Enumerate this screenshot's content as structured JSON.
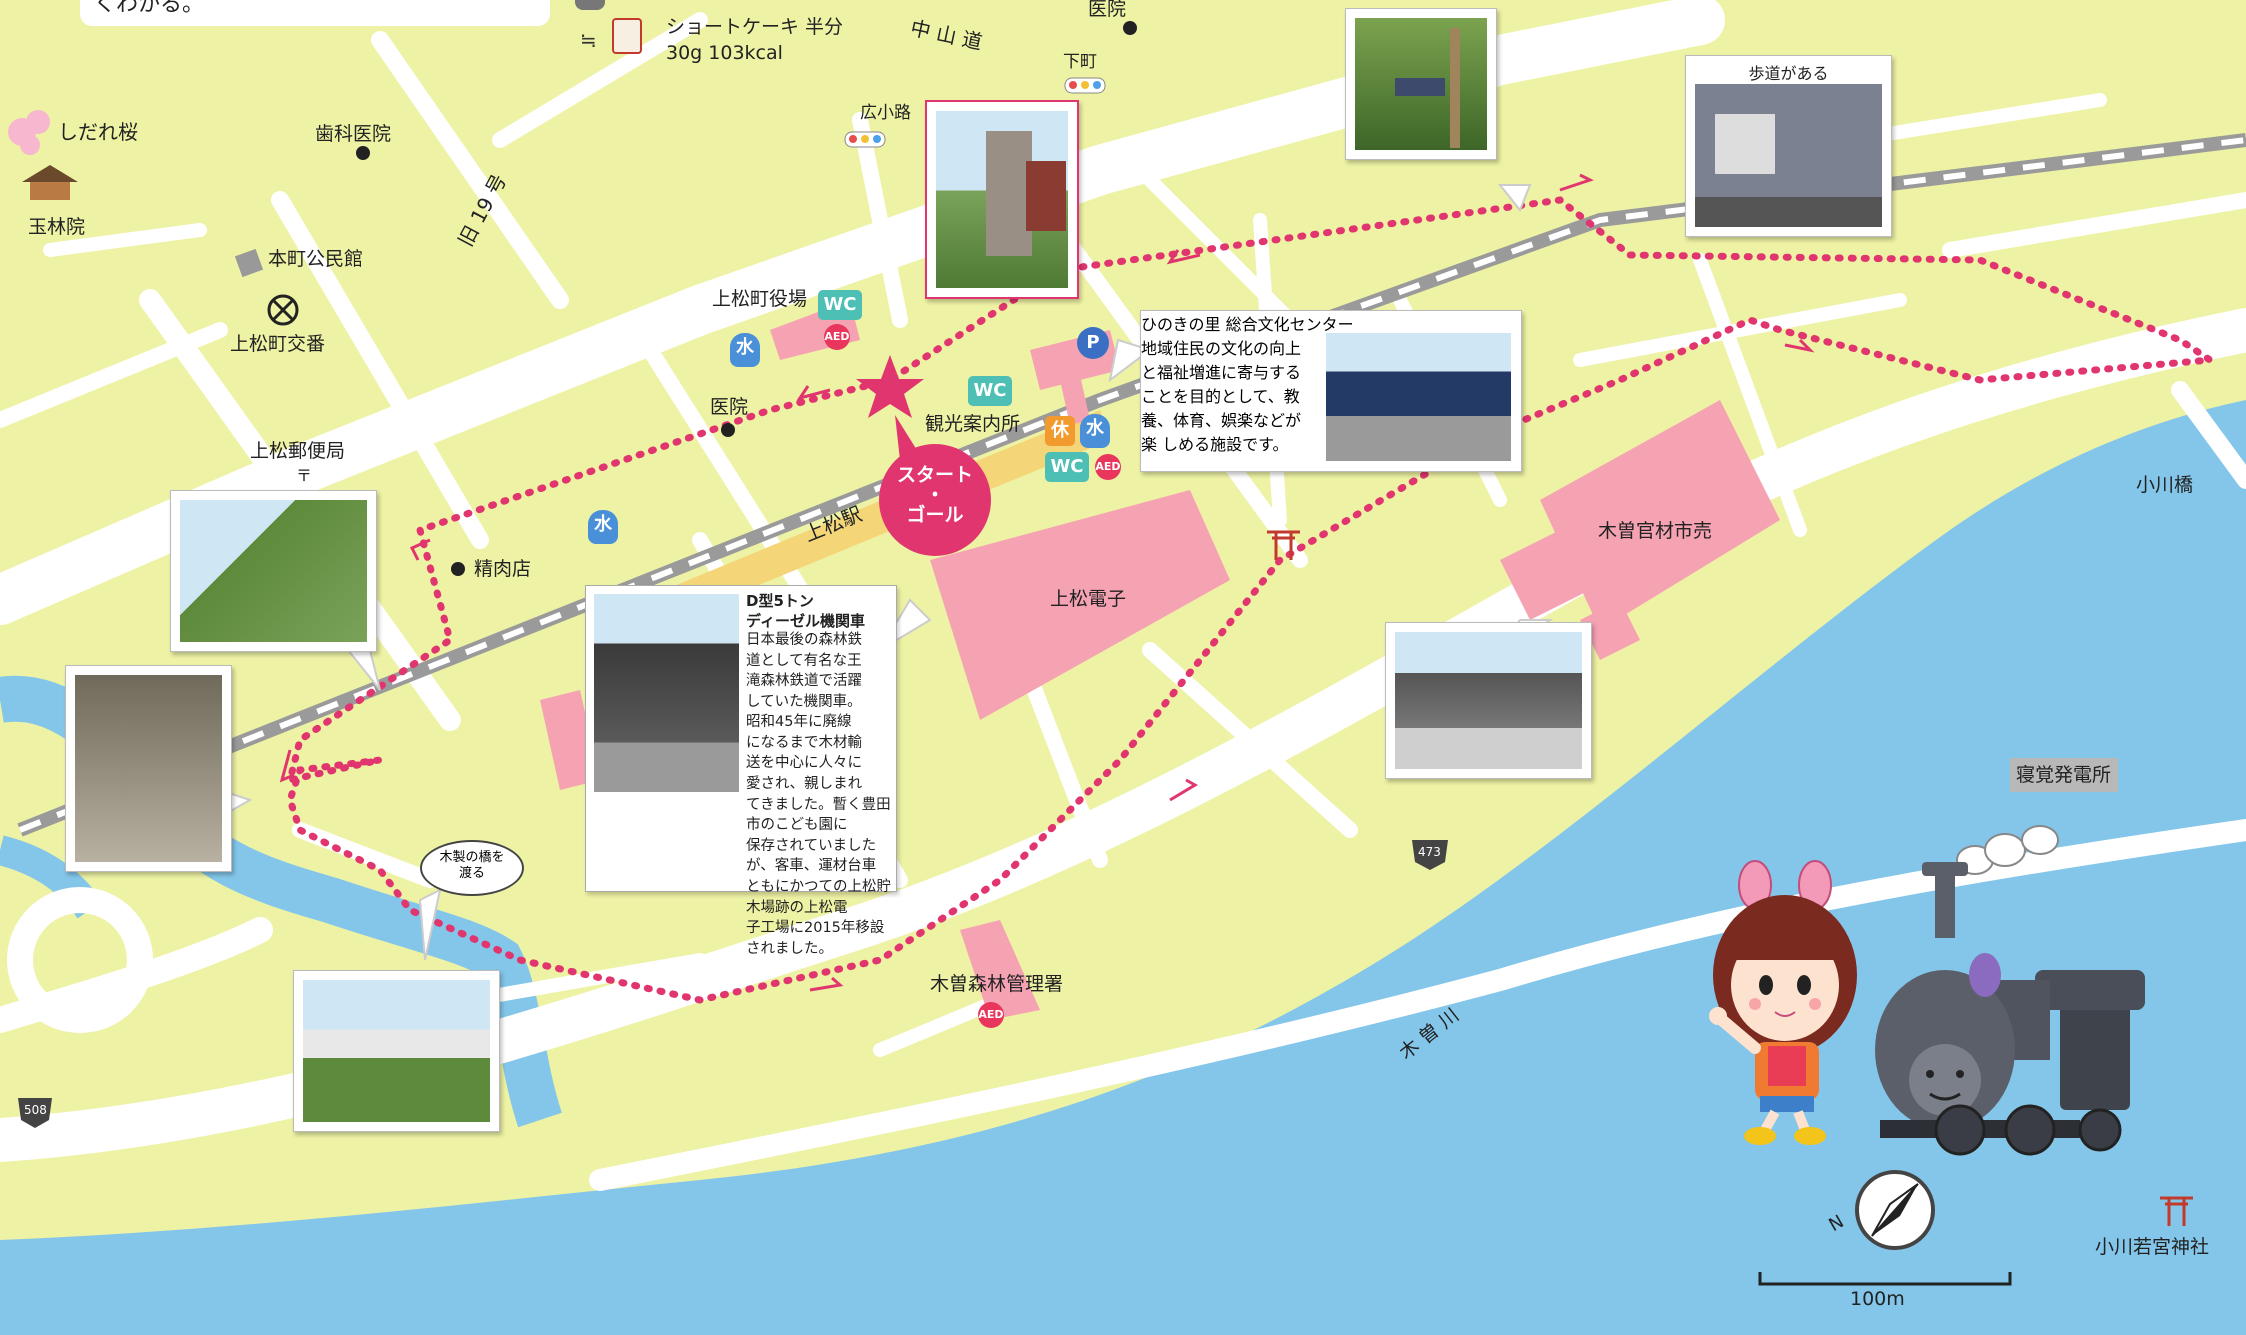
{
  "labels": {
    "shidarezakura": "しだれ桜",
    "gyokurin_in": "玉林院",
    "shika_iin": "歯科医院",
    "honmachi_kominkan": "本町公民館",
    "agematsu_koban": "上松町交番",
    "route19": "旧 19 号",
    "nakasendo": "中 山 道",
    "hirokoji": "広小路",
    "shimomachi": "下町",
    "iin_top": "医院",
    "town_office": "上松町役場",
    "iin_mid": "医院",
    "tourist_info": "観光案内所",
    "post_office": "上松郵便局",
    "butcher": "精肉店",
    "station": "上松駅",
    "agematsu_denshi": "上松電子",
    "kiso_kanzai": "木曽官材市売",
    "ogawa_bridge": "小川橋",
    "nezame_power": "寝覚発電所",
    "kiso_river": "木 曽 川",
    "forest_office": "木曽森林管理署",
    "wakamiya_shrine": "小川若宮神社",
    "route473": "473",
    "route508": "508",
    "scale": "100m",
    "top_text": "くわかる。",
    "cake_name": "ショートケーキ 半分",
    "cake_kcal": "30g 103kcal",
    "wooden_bridge": "木製の橋を\n渡る",
    "sidewalk": "歩道がある",
    "start_goal": "スタート\n・\nゴール",
    "compass_n": "N"
  },
  "badges": {
    "wc": "WC",
    "water": "水",
    "rest": "休",
    "aed": "AED",
    "parking": "P"
  },
  "hinoki": {
    "title": "ひのきの里\n総合文化センター",
    "body": "地域住民の文化の向上\nと福祉増進に寄与する\nことを目的として、教\n養、体育、娯楽などが楽\nしめる施設です。"
  },
  "diesel": {
    "title": "D型5トン\nディーゼル機関車",
    "body": "日本最後の森林鉄\n道として有名な王\n滝森林鉄道で活躍\nしていた機関車。\n昭和45年に廃線\nになるまで木材輸\n送を中心に人々に\n愛され、親しまれ\nてきました。暫く豊田市のこども園に\n保存されていましたが、客車、運材台車\nともにかつての上松貯木場跡の上松電\n子工場に2015年移設されました。"
  },
  "colors": {
    "route": "#e0356e",
    "road": "#ffffff",
    "river": "#84c6ea",
    "land": "#eef2a4",
    "building": "#f5a3b3"
  }
}
